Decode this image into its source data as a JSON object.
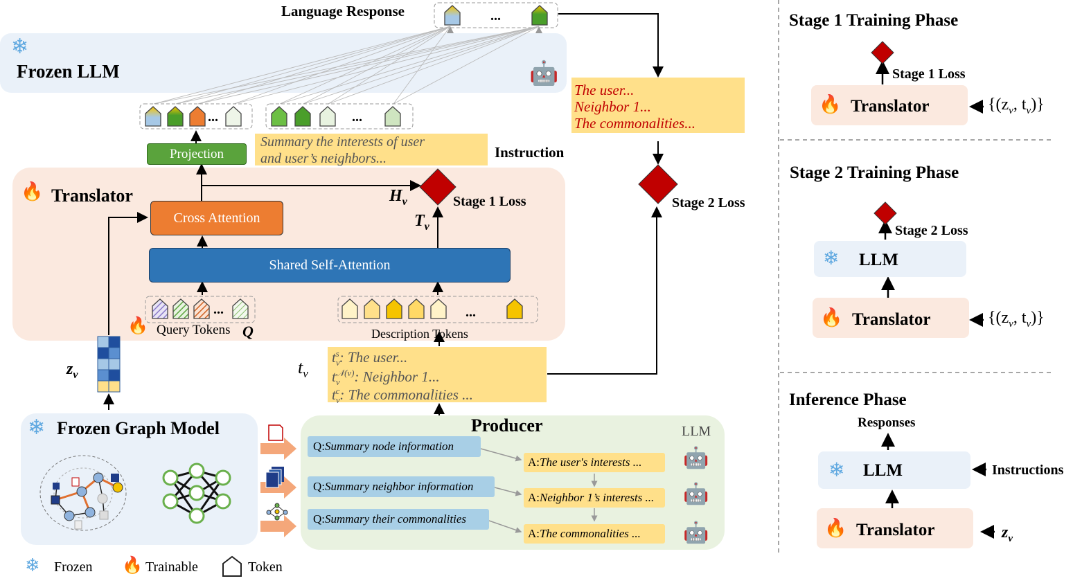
{
  "language_response": "Language Response",
  "ellipsis": "...",
  "frozen_llm": "Frozen LLM",
  "projection": "Projection",
  "instruction_text_1": "Summary the interests of user",
  "instruction_text_2": "and user’s neighbors...",
  "instruction_label": "Instruction",
  "translator": "Translator",
  "cross_attention": "Cross Attention",
  "shared_self_attention": "Shared Self-Attention",
  "h_v": "H",
  "h_v_sub": "v",
  "t_v": "T",
  "t_v_sub": "v",
  "stage1_loss": "Stage 1 Loss",
  "stage2_loss": "Stage 2 Loss",
  "query_tokens": "Query Tokens",
  "q_symbol": "Q",
  "description_tokens": "Description Tokens",
  "z_v": "z",
  "z_v_sub": "v",
  "t_v_small": "t",
  "t_v_small_sub": "v",
  "desc_lines": [
    {
      "sup": "s",
      "text": ": The user..."
    },
    {
      "sup": "𝒩(v)",
      "text": ": Neighbor 1..."
    },
    {
      "sup": "c",
      "text": ": The commonalities ..."
    }
  ],
  "stage2_text": [
    "The user...",
    "Neighbor 1...",
    "The commonalities..."
  ],
  "frozen_graph_model": "Frozen Graph Model",
  "producer": "Producer",
  "llm_small": "LLM",
  "questions": [
    {
      "q": "Q: ",
      "text": "Summary node information"
    },
    {
      "q": "Q: ",
      "text": "Summary neighbor information"
    },
    {
      "q": "Q: ",
      "text": "Summary their commonalities"
    }
  ],
  "answers": [
    {
      "a": "A: ",
      "text": "The user's interests ..."
    },
    {
      "a": "A: ",
      "text": "Neighbor 1’s interests ..."
    },
    {
      "a": "A: ",
      "text": "The commonalities ..."
    }
  ],
  "legend": {
    "frozen": "Frozen",
    "trainable": "Trainable",
    "token": "Token"
  },
  "right": {
    "stage1_title": "Stage 1 Training Phase",
    "stage1_loss": "Stage 1 Loss",
    "translator": "Translator",
    "pair": "{(z",
    "pair_mid": ", t",
    "pair_end": ")}",
    "stage2_title": "Stage 2 Training Phase",
    "stage2_loss": "Stage 2 Loss",
    "llm": "LLM",
    "inference_title": "Inference Phase",
    "responses": "Responses",
    "instructions": "Instructions"
  },
  "colors": {
    "frozen_bg": "#eaf1f9",
    "translator_bg": "#fbe9df",
    "producer_bg": "#e9f2e0",
    "orange": "#ed7d31",
    "blue": "#2e75b6",
    "green": "#5aa33c",
    "diamond": "#c00000",
    "yellow": "#ffe08a"
  },
  "icons": [
    "snowflake-icon",
    "fire-icon",
    "robot-icon",
    "token-icon",
    "graph-icon",
    "neural-net-icon",
    "document-icon"
  ]
}
